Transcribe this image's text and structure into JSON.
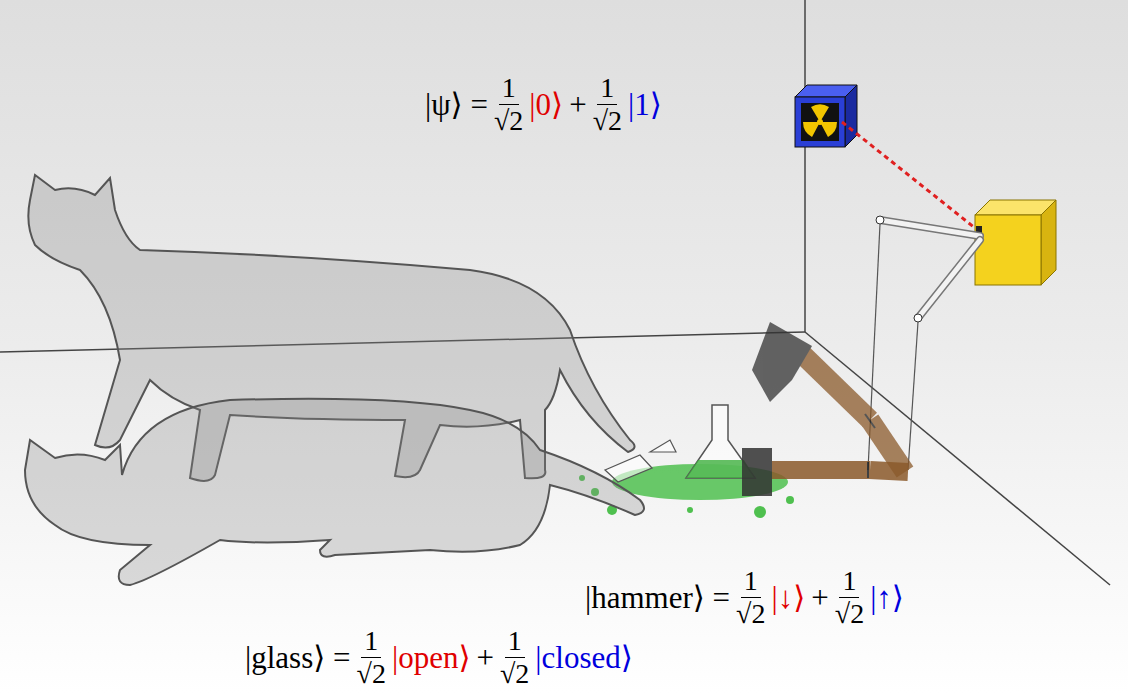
{
  "diagram": {
    "labels": [
      "|ψ⟩ =",
      "1",
      "√2",
      "|0⟩",
      "+",
      "1",
      "√2",
      "|1⟩",
      "|hammer⟩ =",
      "1",
      "√2",
      "|↓⟩",
      "+",
      "1",
      "√2",
      "|↑⟩",
      "|glass⟩ =",
      "1",
      "√2",
      "|open⟩",
      "+",
      "1",
      "√2",
      "|closed⟩"
    ]
  }
}
